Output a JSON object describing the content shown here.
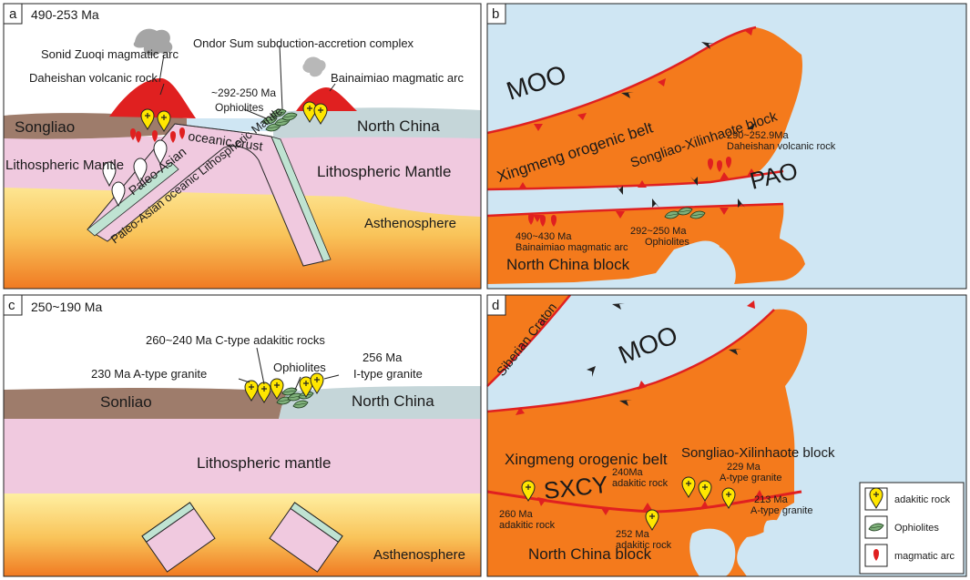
{
  "colors": {
    "ocean": "#cfe6f3",
    "orange": "#f47a1c",
    "red": "#e02020",
    "crust_brown": "#9e7c6b",
    "nc_grey": "#c5d6d9",
    "mantle_pink": "#f0c9df",
    "slab_green": "#bfe3d2",
    "ophiolite_green": "#7fb07a",
    "adakitic_yellow": "#ffe600"
  },
  "panel_a": {
    "letter": "a",
    "age": "490-253 Ma",
    "labels": {
      "sonid": "Sonid Zuoqi magmatic arc",
      "ondor": "Ondor Sum subduction-accretion complex",
      "daheishan": "Daheishan volcanic rock",
      "bainaimiao": "Bainaimiao magmatic arc",
      "oph_age": "~292-250 Ma",
      "oph": "Ophiolites",
      "songliao": "Songliao",
      "north_china": "North China",
      "oceanic_crust": "oceanic crust",
      "paleo_asian": "Paleo-Asian",
      "lith_mantle_l": "Lithospheric Mantle",
      "lith_mantle_r": "Lithospheric Mantle",
      "pa_lith": "Paleo-Asian oceanic Lithospheric Mantle",
      "asthenosphere": "Asthenosphere"
    }
  },
  "panel_b": {
    "letter": "b",
    "labels": {
      "moo": "MOO",
      "pao": "PAO",
      "xingmeng": "Xingmeng orogenic belt",
      "songliao_x": "Songliao-Xilinhaote block",
      "dah_age": "290~252.9Ma",
      "dah_name": "Daheishan volcanic rock",
      "bai_age": "490~430 Ma",
      "bai_name": "Bainaimiao magmatic arc",
      "oph_age": "292~250 Ma",
      "oph_name": "Ophiolites",
      "nc_block": "North China block"
    }
  },
  "panel_c": {
    "letter": "c",
    "age": "250~190 Ma",
    "labels": {
      "ctype": "260~240 Ma C-type adakitic rocks",
      "atype": "230 Ma A-type granite",
      "oph": "Ophiolites",
      "itype_age": "256 Ma",
      "itype": "I-type granite",
      "sonliao": "Sonliao",
      "north_china": "North China",
      "lith_mantle": "Lithospheric mantle",
      "asthenosphere": "Asthenosphere"
    }
  },
  "panel_d": {
    "letter": "d",
    "labels": {
      "siberian": "Siberian Craton",
      "moo": "MOO",
      "xingmeng": "Xingmeng orogenic belt",
      "songliao_x": "Songliao-Xilinhaote block",
      "sxcy": "SXCY",
      "a240_age": "240Ma",
      "a240": "adakitic rock",
      "g229_age": "229 Ma",
      "g229": "A-type granite",
      "g213_age": "213 Ma",
      "g213": "A-type granite",
      "a260_age": "260 Ma",
      "a260": "adakitic rock",
      "a252_age": "252 Ma",
      "a252": "adakitic rock",
      "nc_block": "North China block"
    }
  },
  "legend": {
    "items": [
      {
        "icon": "adakitic-rock-icon",
        "label": "adakitic rock"
      },
      {
        "icon": "ophiolite-icon",
        "label": "Ophiolites"
      },
      {
        "icon": "magmatic-arc-icon",
        "label": "magmatic arc"
      }
    ]
  }
}
